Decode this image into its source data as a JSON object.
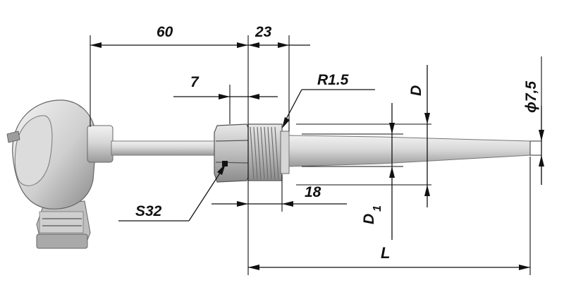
{
  "dimensions": {
    "head_to_fitting": "60",
    "fitting_length": "23",
    "hex_width": "7",
    "thread_length": "18",
    "thread_radius": "R1.5",
    "hex_size": "S32",
    "diameter_d": "D",
    "diameter_d1_main": "D",
    "diameter_d1_sub": "1",
    "tip_diameter": "ϕ7,5",
    "immersion_length": "L"
  },
  "colors": {
    "metal_light": "#e6e6e6",
    "metal_mid": "#c9c9c9",
    "metal_dark": "#8f8f8f",
    "line": "#111111"
  }
}
